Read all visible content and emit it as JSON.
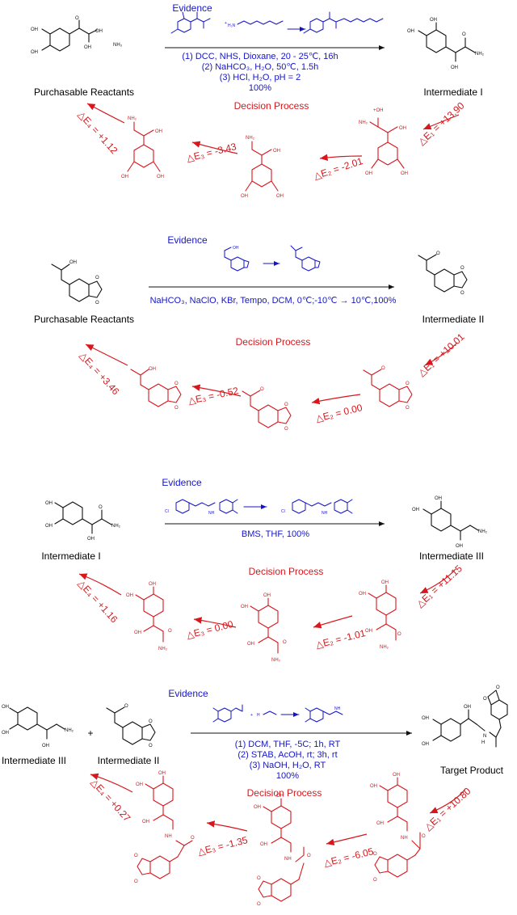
{
  "colors": {
    "evidence": "#1515c8",
    "decision": "#d8161c",
    "text": "#000000"
  },
  "steps": [
    {
      "evidence_label": "Evidence",
      "conditions": [
        "(1) DCC, NHS, Dioxane, 20 - 25℃, 16h",
        "(2) NaHCO₃, H₂O, 50℃, 1.5h",
        "(3) HCl, H₂O, pH = 2",
        "100%"
      ],
      "left_label": "Purchasable Reactants",
      "right_label": "Intermediate I",
      "decision_label": "Decision Process",
      "e1": "△E₁ = +13.90",
      "e2": "△E₂ = -2.01",
      "e3": "△E₃ = -3.43",
      "e4": "△E₄ = +1.12",
      "reactant_extra": "NH₃"
    },
    {
      "evidence_label": "Evidence",
      "conditions": [
        "NaHCO₃, NaClO, KBr, Tempo, DCM, 0℃;-10℃ → 10℃,100%"
      ],
      "left_label": "Purchasable Reactants",
      "right_label": "Intermediate II",
      "decision_label": "Decision Process",
      "e1": "△E₁ = +10.01",
      "e2": "△E₂ = 0.00",
      "e3": "△E₃ = -0.52",
      "e4": "△E₄ = +3.46"
    },
    {
      "evidence_label": "Evidence",
      "conditions": [
        "BMS, THF, 100%"
      ],
      "left_label": "Intermediate I",
      "right_label": "Intermediate III",
      "decision_label": "Decision Process",
      "e1": "△E₁ = +11.15",
      "e2": "△E₂ = -1.01",
      "e3": "△E₃ = 0.00",
      "e4": "△E₄ = +1.16"
    },
    {
      "evidence_label": "Evidence",
      "conditions": [
        "(1) DCM, THF, -5C; 1h, RT",
        "(2) STAB, AcOH, rt; 3h, rt",
        "(3) NaOH, H₂O, RT",
        "100%"
      ],
      "left_label": "Intermediate III",
      "left_label_2": "Intermediate II",
      "plus": "+",
      "right_label": "Target Product",
      "decision_label": "Decision Process",
      "e1": "△E₁ = +10.80",
      "e2": "△E₂ = -6.05",
      "e3": "△E₃ = -1.35",
      "e4": "△E₄ = +0.27"
    }
  ],
  "atoms": {
    "OH": "OH",
    "O": "O",
    "NH2": "NH₂",
    "NH": "NH",
    "N": "N",
    "H": "H",
    "Cl": "Cl",
    "NH3": "NH₃",
    "OHplus": "+OH"
  }
}
